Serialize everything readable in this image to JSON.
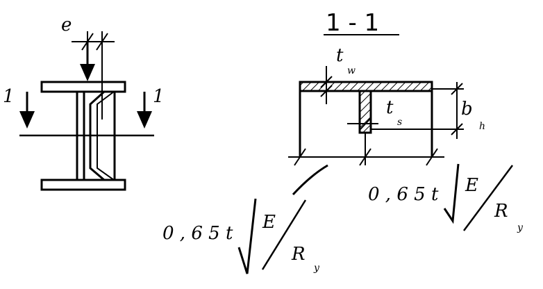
{
  "left_view": {
    "eccentricity_label": "e",
    "section_mark_left": "1",
    "section_mark_right": "1"
  },
  "section_view": {
    "title": "1 - 1",
    "tw": {
      "base": "t",
      "sub": "w"
    },
    "ts": {
      "base": "t",
      "sub": "s"
    },
    "bh": {
      "base": "b",
      "sub": "h"
    },
    "right_dim": {
      "coef": "0 , 6 5  t",
      "num": "E",
      "den": "R",
      "den_sub": "y"
    },
    "left_dim": {
      "coef": "0 , 6 5  t",
      "num": "E",
      "den": "R",
      "den_sub": "y"
    }
  }
}
